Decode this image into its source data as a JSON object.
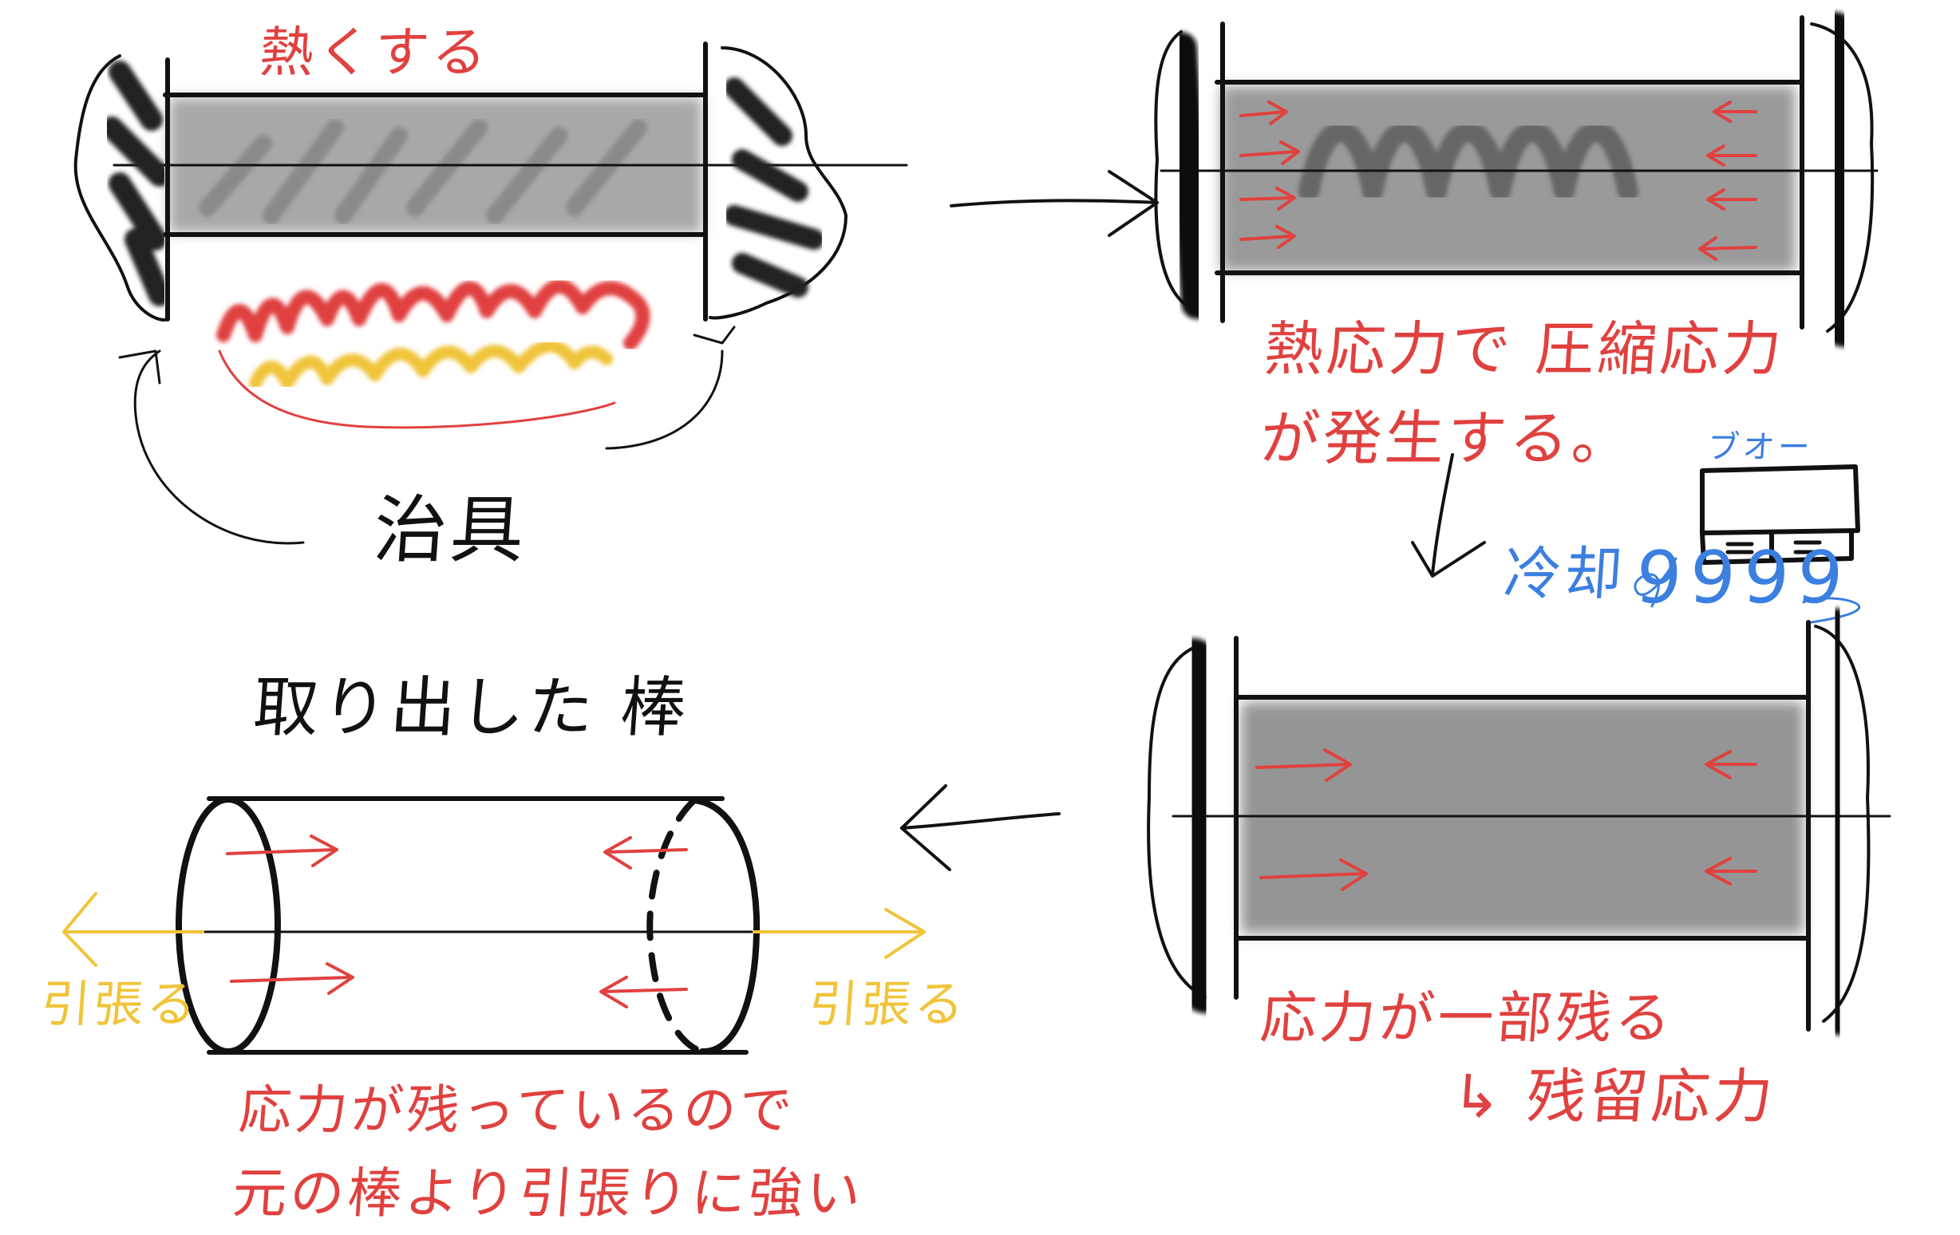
{
  "colors": {
    "red": "#e0413f",
    "blue": "#3b7fe0",
    "yellow": "#f0c43a",
    "black": "#111111",
    "gray": "#8a8a8a"
  },
  "panel_heat": {
    "title": "熱くする",
    "jig_label": "治具"
  },
  "panel_compression": {
    "line1": "熱応力で 圧縮応力",
    "line2": "が発生する。"
  },
  "cooling": {
    "label": "冷却",
    "wind": "9999",
    "fan_sound": "ブオー"
  },
  "panel_residual": {
    "line1": "応力が一部残る",
    "line2": "↳ 残留応力"
  },
  "panel_rod": {
    "title": "取り出した 棒",
    "pull_left": "引張る",
    "pull_right": "引張る",
    "conclusion_line1": "応力が残っているので",
    "conclusion_line2": "元の棒より引張りに強い"
  }
}
